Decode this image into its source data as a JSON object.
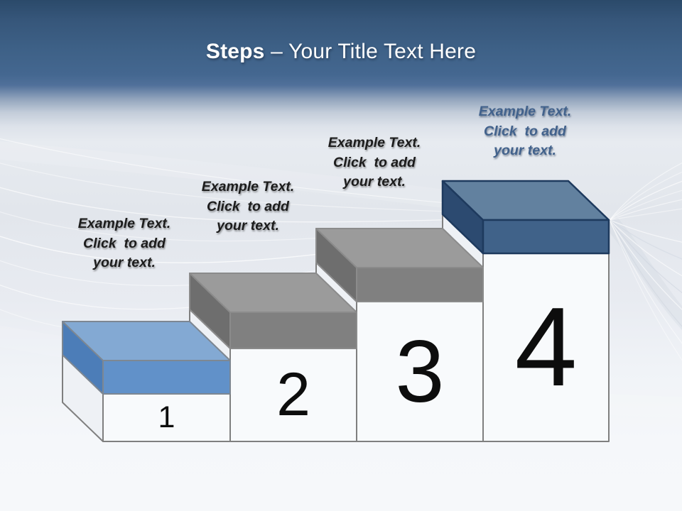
{
  "title": {
    "emphasis": "Steps",
    "rest": "– Your Title Text Here"
  },
  "steps": [
    {
      "number": "1",
      "label": "Example Text.\nClick  to add\nyour text.",
      "cap": {
        "top": "#83a9d3",
        "front": "#6191c9",
        "side": "#4c7db8",
        "outline": "#7d8792"
      }
    },
    {
      "number": "2",
      "label": "Example Text.\nClick  to add\nyour text.",
      "cap": {
        "top": "#9b9b9b",
        "front": "#808080",
        "side": "#6e6e6e",
        "outline": "#8b8b8b"
      }
    },
    {
      "number": "3",
      "label": "Example Text.\nClick  to add\nyour text.",
      "cap": {
        "top": "#9b9b9b",
        "front": "#808080",
        "side": "#6e6e6e",
        "outline": "#8b8b8b"
      }
    },
    {
      "number": "4",
      "label": "Example Text.\nClick  to add\nyour text.",
      "cap": {
        "top": "#62819f",
        "front": "#406289",
        "side": "#2c4a70",
        "outline": "#1e3a5e"
      }
    }
  ],
  "colors": {
    "body_front": "#f8fafc",
    "body_side": "#eef1f5",
    "body_outline": "#7f7f7f",
    "number_color": "#0d0d0d",
    "label_color": "#1c1c1c",
    "label_step4_color": "#42628c",
    "header_blue": "#3e6187",
    "title_color": "#ffffff"
  }
}
